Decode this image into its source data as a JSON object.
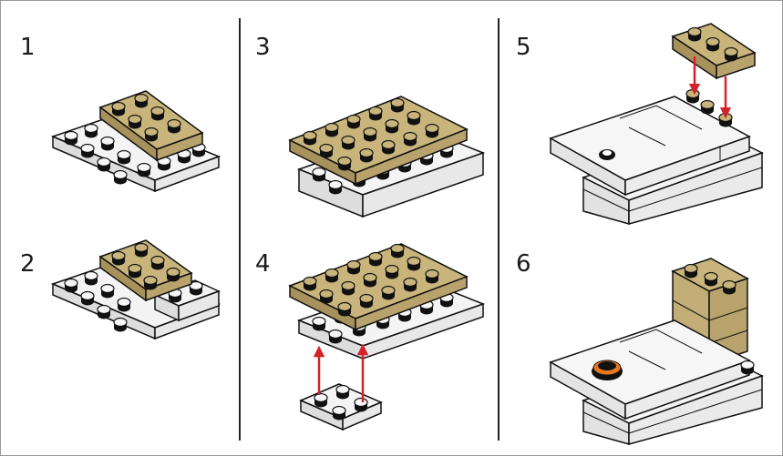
{
  "steps": [
    {
      "label": "1"
    },
    {
      "label": "2"
    },
    {
      "label": "3"
    },
    {
      "label": "4"
    },
    {
      "label": "5"
    },
    {
      "label": "6"
    }
  ],
  "colors": {
    "tan": "#c9b47c",
    "tan_dark": "#8a7748",
    "white_brick": "#f4f4f4",
    "outline": "#111111",
    "arrow": "#d2232a",
    "divider": "#222222",
    "orange": "#e8771e"
  }
}
